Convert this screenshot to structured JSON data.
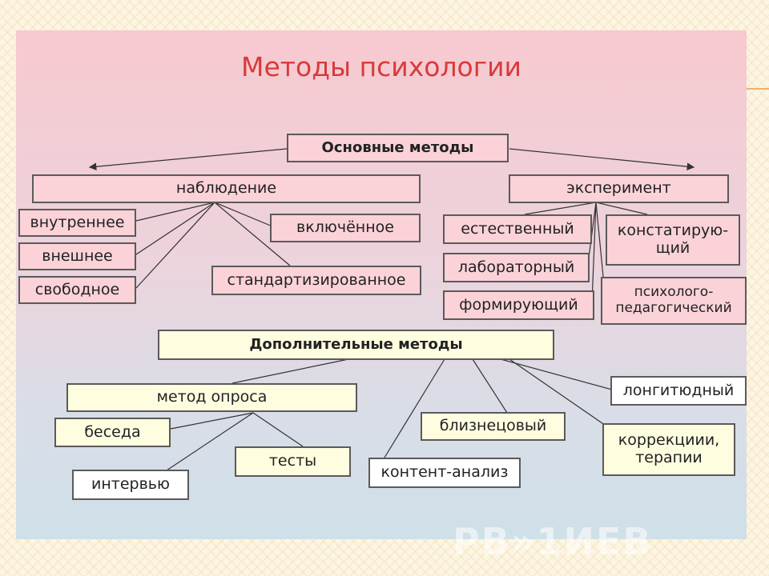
{
  "title": "Методы психологии",
  "basic": {
    "header": "Основные методы",
    "observation": {
      "label": "наблюдение",
      "types": [
        "внутреннее",
        "внешнее",
        "свободное",
        "включённое",
        "стандартизированное"
      ]
    },
    "experiment": {
      "label": "эксперимент",
      "types": [
        "естественный",
        "лабораторный",
        "формирующий",
        "констатирую-\nщий",
        "психолого-\nпедагогический"
      ]
    }
  },
  "additional": {
    "header": "Дополнительные методы",
    "survey": {
      "label": "метод опроса",
      "types": [
        "беседа",
        "интервью",
        "тесты"
      ]
    },
    "others": [
      "близнецовый",
      "контент-анализ",
      "лонгитюдный",
      "коррекциии,\nтерапии"
    ]
  },
  "watermark": "РВ»1ИЕВ",
  "colors": {
    "title": "#d83a3a",
    "node_pink": "#fad2d8",
    "node_cream": "#fffde0",
    "node_white": "#ffffff"
  }
}
